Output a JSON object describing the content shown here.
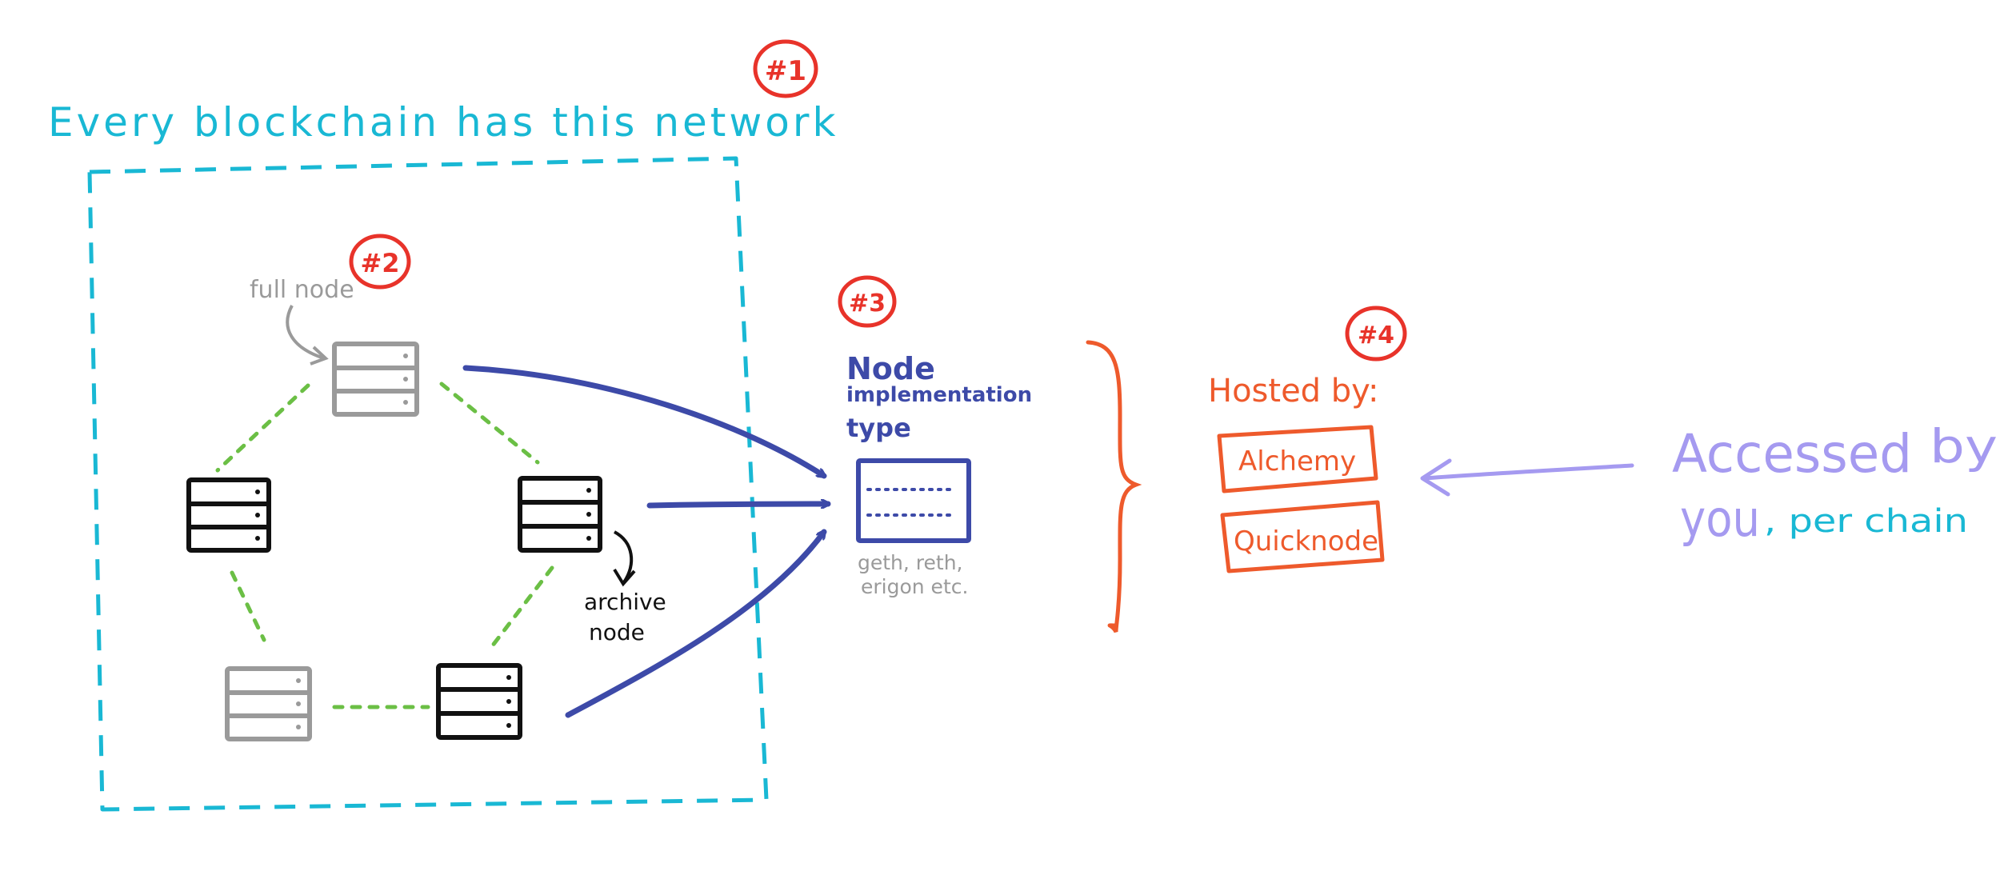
{
  "colors": {
    "cyan": "#19b8d4",
    "red": "#e8332a",
    "blue": "#3d4aa8",
    "orange": "#ee5a2c",
    "purple": "#a59af0",
    "green": "#6bbf45",
    "gray": "#9a9a9a",
    "black": "#111111"
  },
  "network": {
    "title": "Every blockchain has this network",
    "badge": "#1"
  },
  "nodes": {
    "badge": "#2",
    "full_node_label": "full node",
    "archive_label_line1": "archive",
    "archive_label_line2": "node"
  },
  "implementation": {
    "badge": "#3",
    "title_line1": "Node",
    "title_line2": "implementation",
    "title_line3": "type",
    "examples_line1": "geth, reth,",
    "examples_line2": "erigon etc."
  },
  "hosting": {
    "badge": "#4",
    "title": "Hosted by:",
    "providers": [
      "Alchemy",
      "Quicknode"
    ]
  },
  "access": {
    "line1_prefix": "Accessed",
    "line1_suffix": "by",
    "line2_prefix": "you",
    "line2_suffix": ", per chain"
  }
}
